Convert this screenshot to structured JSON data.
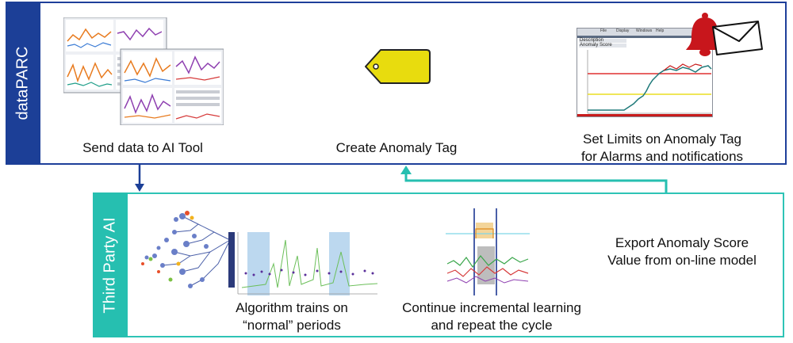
{
  "top_section": {
    "label": "dataPARC",
    "steps": [
      {
        "caption": "Send data to AI Tool"
      },
      {
        "caption": "Create Anomaly Tag"
      },
      {
        "caption_lines": [
          "Set Limits on Anomaly Tag",
          "for Alarms and notifications"
        ]
      }
    ],
    "chart_window": {
      "menu": [
        "File",
        "Display",
        "Windows",
        "Help"
      ],
      "description_label": "Description",
      "series_label": "Anomaly Score"
    }
  },
  "bottom_section": {
    "label": "Third Party AI",
    "steps": [
      {
        "caption_lines": [
          "Algorithm trains on",
          "“normal” periods"
        ]
      },
      {
        "caption_lines": [
          "Continue incremental learning",
          "and repeat the cycle"
        ]
      },
      {
        "caption_lines": [
          "Export Anomaly Score",
          "Value from on-line model"
        ]
      }
    ]
  },
  "colors": {
    "dataparc_blue": "#1c3f97",
    "third_party_teal": "#26bfb0",
    "tag_yellow": "#e8dc0e",
    "bell_red": "#c8161c"
  },
  "icons": [
    "tag-icon",
    "bell-icon",
    "envelope-icon"
  ]
}
